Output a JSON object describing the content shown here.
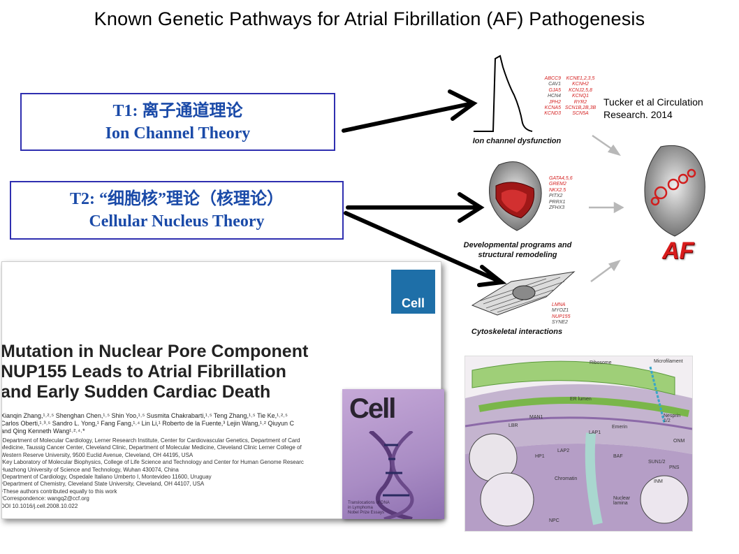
{
  "title": "Known Genetic Pathways  for Atrial Fibrillation (AF) Pathogenesis",
  "t1": {
    "cn": "T1: 离子通道理论",
    "en": "Ion Channel Theory"
  },
  "t2": {
    "cn": "T2: “细胞核”理论（核理论）",
    "en": "Cellular Nucleus  Theory"
  },
  "citation": {
    "line1": "Tucker et al Circulation",
    "line2": "Research. 2014"
  },
  "graphic": {
    "label1": "Ion channel dysfunction",
    "label2_line1": "Developmental programs and",
    "label2_line2": "structural remodeling",
    "label3": "Cytoskeletal interactions",
    "af_label": "AF",
    "genes1_col1": [
      "ABCC9",
      "CAV1",
      "GJA5",
      "HCN4",
      "JPH2",
      "KCNA5",
      "KCND3"
    ],
    "genes1_col2": [
      "KCNE1,2,3,5",
      "KCNH2",
      "KCNJ2,5,8",
      "KCNQ1",
      "RYR2",
      "SCN1B,2B,3B",
      "SCN5A"
    ],
    "genes2": [
      "GATA4,5,6",
      "GREM2",
      "NKX2.5",
      "PITX2",
      "PRRX1",
      "ZFHX3"
    ],
    "genes3": [
      "LMNA",
      "MYOZ1",
      "NUP155",
      "SYNE2"
    ],
    "colors": {
      "red": "#d42020",
      "gray": "#444444"
    }
  },
  "paper": {
    "badge": "Cell",
    "title_l1": "Mutation in Nuclear Pore Component",
    "title_l2": "NUP155 Leads to Atrial Fibrillation",
    "title_l3": "and Early Sudden Cardiac Death",
    "authors_l1": "Xianqin Zhang,¹˒²˒⁵ Shenghan Chen,¹˒⁵ Shin Yoo,¹˒⁵ Susmita Chakrabarti,¹˒⁵ Teng Zhang,¹˒⁵ Tie Ke,¹˒²˒⁵",
    "authors_l2": "Carlos Oberti,¹˒³˒⁵ Sandro L. Yong,¹ Fang Fang,¹˒⁴ Lin Li,¹ Roberto de la Fuente,³ Lejin Wang,¹˒² Qiuyun C",
    "authors_l3": "and Qing Kenneth Wang¹˒²˒⁴˒*",
    "affil": [
      "¹Department of Molecular Cardiology, Lerner Research Institute, Center for Cardiovascular Genetics, Department of Card",
      "Medicine, Taussig Cancer Center, Cleveland Clinic, Department of Molecular Medicine, Cleveland Clinic Lerner College of",
      "Western Reserve University, 9500 Euclid Avenue, Cleveland, OH 44195, USA",
      "²Key Laboratory of Molecular Biophysics, College of Life Science and Technology and Center for Human Genome Researc",
      "Huazhong University of Science and Technology, Wuhan 430074, China",
      "³Department of Cardiology, Ospedale Italiano Umberto I, Montevideo 11600, Uruguay",
      "⁴Department of Chemistry, Cleveland State University, Cleveland, OH 44107, USA",
      "⁵These authors contributed equally to this work",
      "*Correspondence: wangq2@ccf.org",
      "DOI 10.1016/j.cell.2008.10.022"
    ]
  },
  "cover": {
    "logo": "Cell",
    "small_l1": "Translocations of DNA",
    "small_l2": "in Lymphoma",
    "small_l3": "Nobel Prize Essays"
  },
  "lamina": {
    "labels": [
      "Ribosome",
      "Microfilament",
      "ER lumen",
      "Nesprin 1/2",
      "LBR",
      "MAN1",
      "Emerin",
      "ONM",
      "HP1",
      "LAP2",
      "LAP1",
      "BAF",
      "SUN1/2",
      "PNS",
      "INM",
      "Chromatin",
      "Nuclear lamina",
      "NPC"
    ]
  }
}
